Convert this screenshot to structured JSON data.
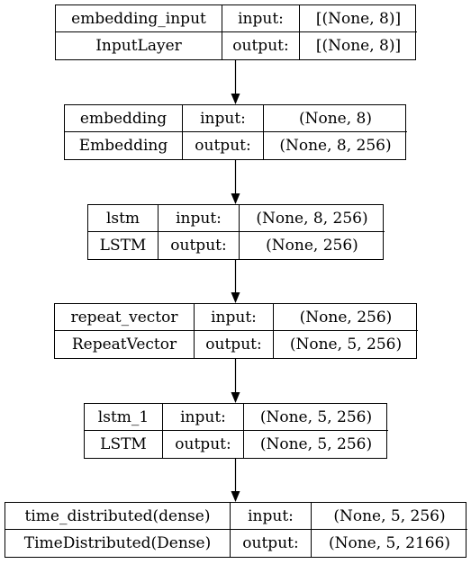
{
  "diagram": {
    "layers": [
      {
        "name": "embedding_input",
        "type": "InputLayer",
        "input_label": "input:",
        "output_label": "output:",
        "input_shape": "[(None, 8)]",
        "output_shape": "[(None, 8)]"
      },
      {
        "name": "embedding",
        "type": "Embedding",
        "input_label": "input:",
        "output_label": "output:",
        "input_shape": "(None, 8)",
        "output_shape": "(None, 8, 256)"
      },
      {
        "name": "lstm",
        "type": "LSTM",
        "input_label": "input:",
        "output_label": "output:",
        "input_shape": "(None, 8, 256)",
        "output_shape": "(None, 256)"
      },
      {
        "name": "repeat_vector",
        "type": "RepeatVector",
        "input_label": "input:",
        "output_label": "output:",
        "input_shape": "(None, 256)",
        "output_shape": "(None, 5, 256)"
      },
      {
        "name": "lstm_1",
        "type": "LSTM",
        "input_label": "input:",
        "output_label": "output:",
        "input_shape": "(None, 5, 256)",
        "output_shape": "(None, 5, 256)"
      },
      {
        "name": "time_distributed(dense)",
        "type": "TimeDistributed(Dense)",
        "input_label": "input:",
        "output_label": "output:",
        "input_shape": "(None, 5, 256)",
        "output_shape": "(None, 5, 2166)"
      }
    ],
    "edges": [
      {
        "from": "embedding_input",
        "to": "embedding"
      },
      {
        "from": "embedding",
        "to": "lstm"
      },
      {
        "from": "lstm",
        "to": "repeat_vector"
      },
      {
        "from": "repeat_vector",
        "to": "lstm_1"
      },
      {
        "from": "lstm_1",
        "to": "time_distributed(dense)"
      }
    ]
  }
}
